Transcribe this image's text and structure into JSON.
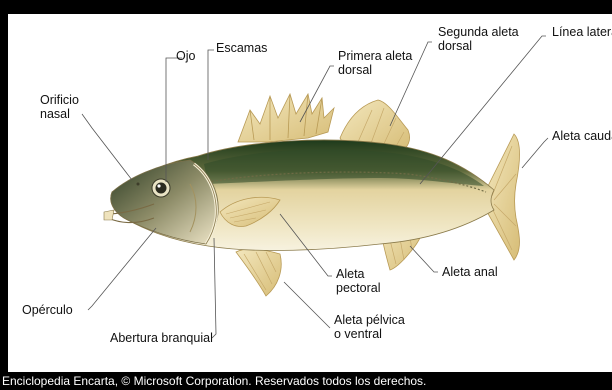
{
  "diagram": {
    "labels": {
      "ojo": "Ojo",
      "escamas": "Escamas",
      "primera_aleta_dorsal": [
        "Primera aleta",
        "dorsal"
      ],
      "segunda_aleta_dorsal": [
        "Segunda aleta",
        "dorsal"
      ],
      "linea_lateral": "Línea lateral",
      "orificio_nasal": [
        "Orificio",
        "nasal"
      ],
      "aleta_caudal": "Aleta caudal",
      "opérculo": "Opérculo",
      "abertura_branquial": "Abertura branquial",
      "aleta_pectoral": [
        "Aleta",
        "pectoral"
      ],
      "aleta_anal": "Aleta anal",
      "aleta_pelvica": [
        "Aleta pélvica",
        "o ventral"
      ]
    }
  },
  "footer": {
    "caption": "Enciclopedia Encarta, © Microsoft Corporation. Reservados todos los derechos."
  },
  "colors": {
    "body": "#e8d9a6",
    "belly": "#f4efd8",
    "back": "#1f3a1c",
    "fin": "#e6d193"
  }
}
